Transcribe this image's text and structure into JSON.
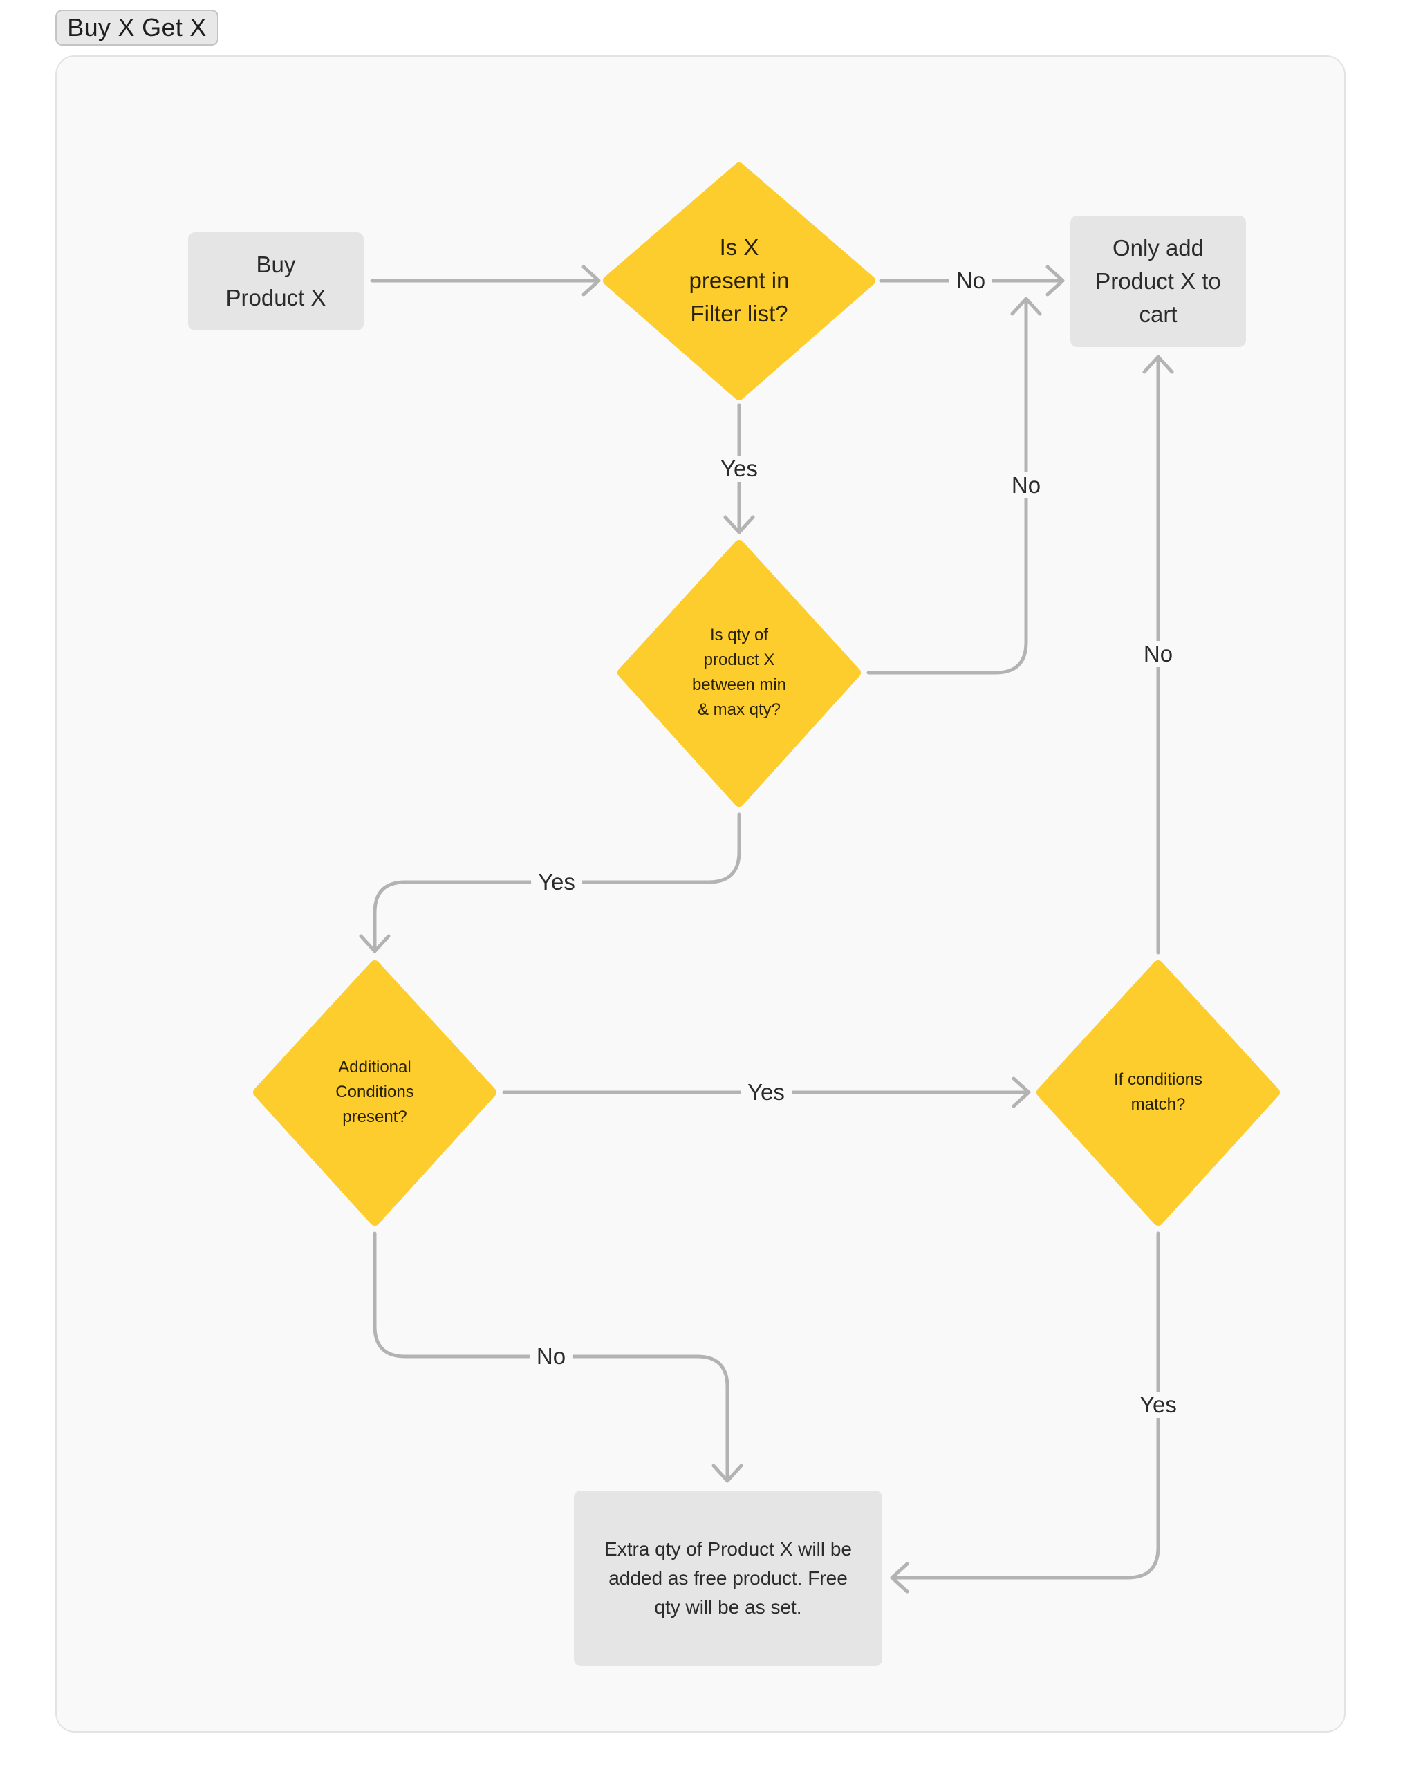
{
  "title": "Buy X Get X",
  "colors": {
    "decision": "#fccd2c",
    "process": "#e5e5e5",
    "connector": "#b3b3b3",
    "panel": "#f9f9f9"
  },
  "nodes": {
    "buy_product": "Buy\nProduct X",
    "is_x_in_filter": "Is X\npresent in\nFilter list?",
    "only_add_to_cart": "Only add\nProduct X to\ncart",
    "qty_between": "Is qty of\nproduct X\nbetween min\n& max qty?",
    "additional_conditions": "Additional\nConditions\npresent?",
    "if_conditions_match": "If conditions\nmatch?",
    "extra_qty_free": "Extra qty of Product X will be\nadded as free product. Free\nqty will be as set."
  },
  "edges": {
    "filter_no": "No",
    "filter_yes": "Yes",
    "qty_no": "No",
    "qty_yes": "Yes",
    "additional_yes": "Yes",
    "additional_no": "No",
    "match_no": "No",
    "match_yes": "Yes"
  }
}
